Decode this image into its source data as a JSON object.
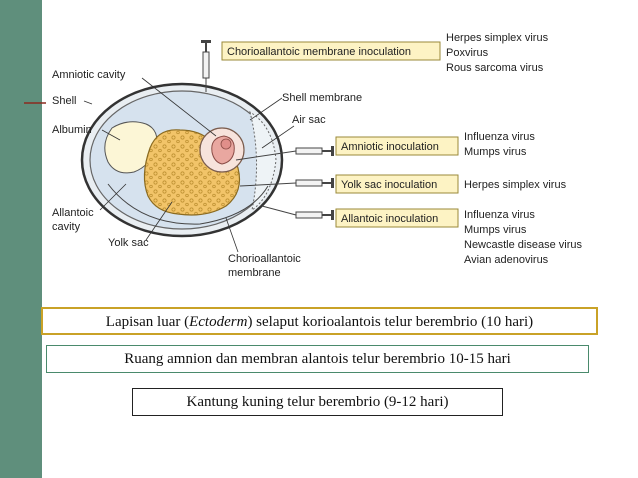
{
  "labels": {
    "amniotic_cavity": "Amniotic cavity",
    "shell": "Shell",
    "albumin": "Albumin",
    "allantoic_cavity_1": "Allantoic",
    "allantoic_cavity_2": "cavity",
    "yolk_sac": "Yolk sac",
    "chorioallantoic_membrane_1": "Chorioallantoic",
    "chorioallantoic_membrane_2": "membrane",
    "shell_membrane": "Shell membrane",
    "air_sac": "Air sac"
  },
  "inoculations": [
    {
      "label": "Chorioallantoic membrane inoculation",
      "viruses": [
        "Herpes simplex virus",
        "Poxvirus",
        "Rous sarcoma virus"
      ]
    },
    {
      "label": "Amniotic inoculation",
      "viruses": [
        "Influenza virus",
        "Mumps virus"
      ]
    },
    {
      "label": "Yolk sac inoculation",
      "viruses": [
        "Herpes simplex virus"
      ]
    },
    {
      "label": "Allantoic inoculation",
      "viruses": [
        "Influenza virus",
        "Mumps virus",
        "Newcastle disease virus",
        "Avian adenovirus"
      ]
    }
  ],
  "captions": {
    "cap1_pre": "Lapisan luar (",
    "cap1_em": "Ectoderm",
    "cap1_post": ") selaput korioalantois telur berembrio (10 hari)",
    "cap2": "Ruang amnion dan membran alantois telur berembrio  10-15 hari",
    "cap3": "Kantung kuning telur berembrio (9-12 hari)"
  },
  "colors": {
    "sidebar": "#5f8f7c",
    "label_box_fill": "#fdf3c4",
    "label_box_border": "#9a8a3a",
    "yolk": "#f2c469",
    "albumin": "#fcf6d6",
    "allantoic": "#d6e2ee"
  }
}
